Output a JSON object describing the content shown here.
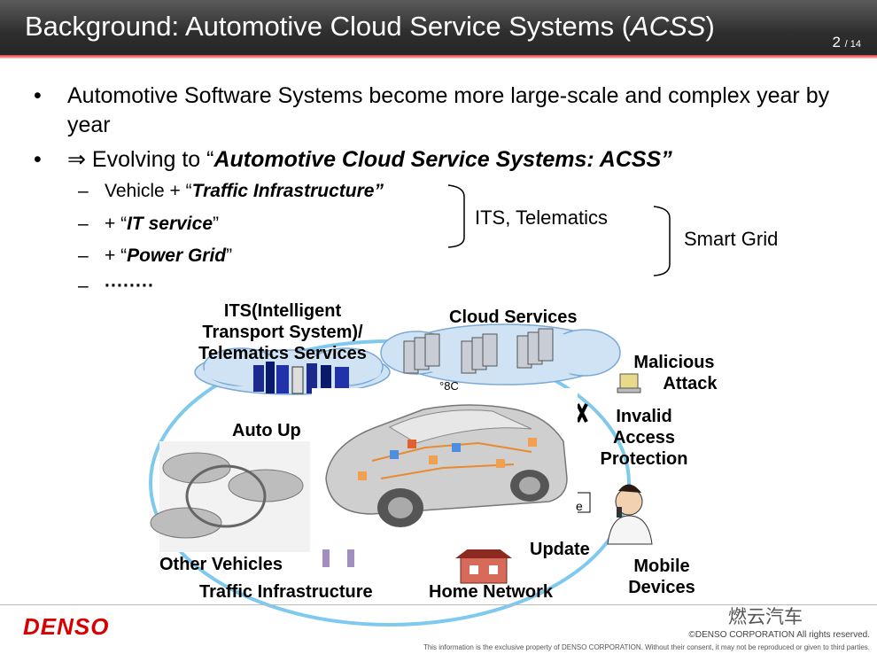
{
  "header": {
    "title_main": "Background: Automotive Cloud Service Systems (",
    "title_em": "ACSS",
    "title_end": ")",
    "page_current": "2",
    "page_total": "/ 14"
  },
  "bullets": [
    {
      "text": "Automotive Software Systems become more large-scale and complex year by year"
    },
    {
      "prefix": "⇒ Evolving to “",
      "em": "Automotive Cloud Service Systems: ACSS”"
    }
  ],
  "subs": [
    {
      "pre": "Vehicle + “",
      "em": "Traffic Infrastructure”",
      "post": ""
    },
    {
      "pre": "+ “",
      "em": "IT service",
      "post": "”"
    },
    {
      "pre": "+ “",
      "em": "Power Grid",
      "post": "”"
    },
    {
      "pre": "",
      "em": "········",
      "post": ""
    }
  ],
  "groups": {
    "its_telematics": "ITS, Telematics",
    "smart_grid": "Smart Grid"
  },
  "diagram": {
    "its_label": [
      "ITS(Intelligent",
      "Transport System)/",
      "Telematics Services"
    ],
    "cloud_services": "Cloud Services",
    "malicious_attack": [
      "Malicious",
      "Attack"
    ],
    "invalid_access": [
      "Invalid",
      "Access",
      "Protection"
    ],
    "auto_update": "Auto Up",
    "other_vehicles": "Other Vehicles",
    "traffic_infrastructure": "Traffic Infrastructure",
    "home_network": "Home Network",
    "mobile_devices": [
      "Mobile",
      "Devices"
    ],
    "update_partial": "Update",
    "box_partial": "e",
    "cloud_small_text": "°8C"
  },
  "footer": {
    "logo": "DENSO",
    "copyright": "©DENSO CORPORATION  All rights reserved.",
    "notice": "This information is the exclusive property of DENSO CORPORATION.  Without their consent, it may not be reproduced or given to third parties.",
    "watermark": "燃云汽车"
  }
}
